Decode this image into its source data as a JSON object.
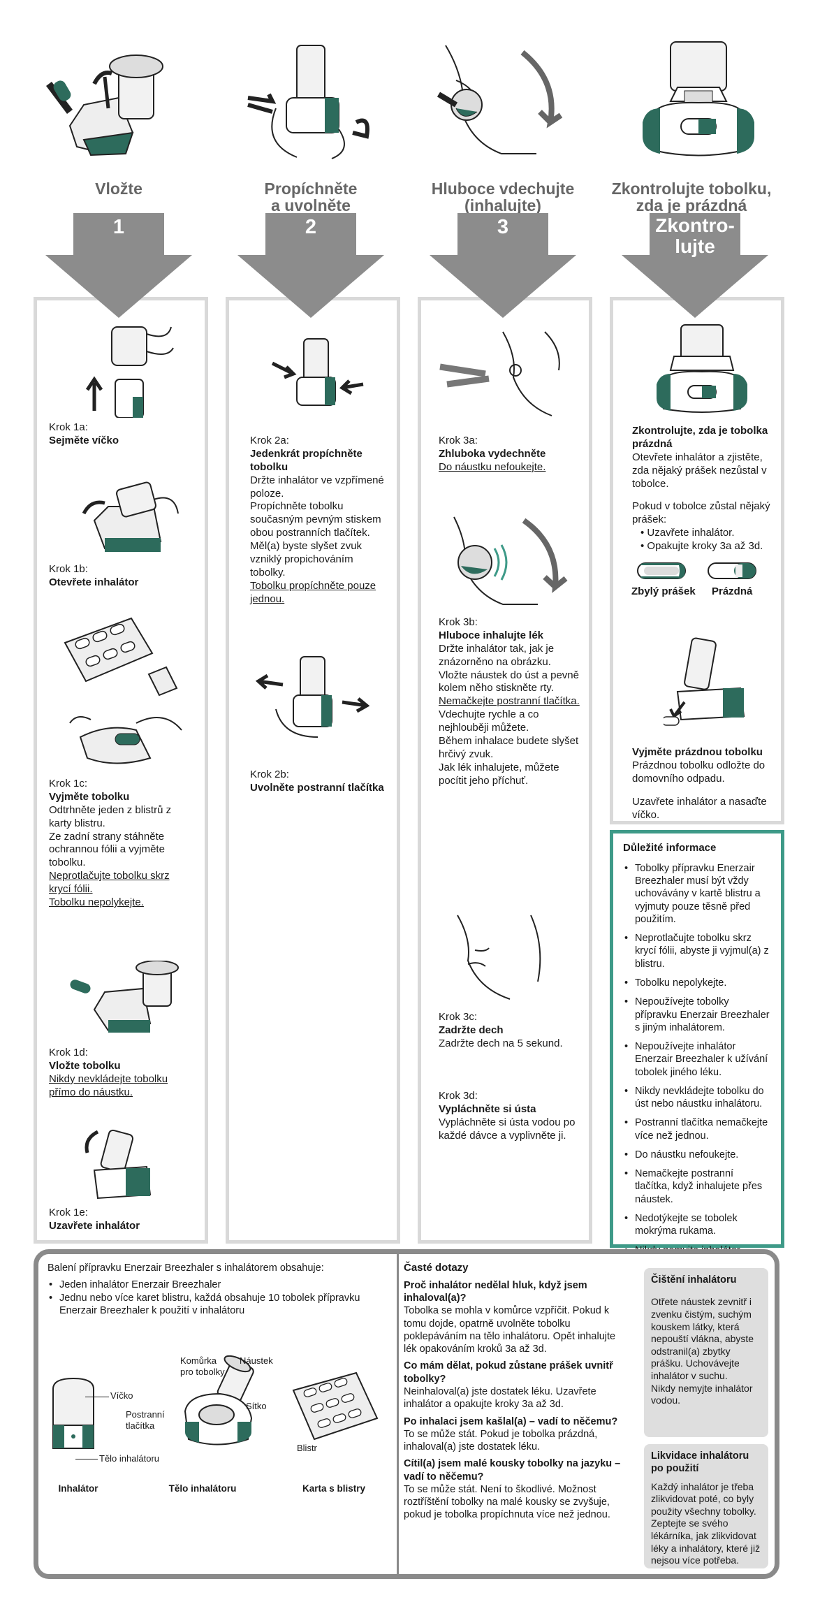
{
  "headings": [
    {
      "title": "Vložte",
      "arrow": "1"
    },
    {
      "title": "Propíchněte\na uvolněte",
      "arrow": "2"
    },
    {
      "title": "Hluboce vdechujte\n(inhalujte)",
      "arrow": "3"
    },
    {
      "title": "Zkontrolujte tobolku,\nzda je prázdná",
      "arrow": "Zkontro-\nlujte"
    }
  ],
  "col1": {
    "step1a": {
      "num": "Krok 1a:",
      "title": "Sejměte víčko"
    },
    "step1b": {
      "num": "Krok 1b:",
      "title": "Otevřete inhalátor"
    },
    "step1c": {
      "num": "Krok 1c:",
      "title": "Vyjměte tobolku",
      "text": "Odtrhněte jeden z blistrů z karty blistru.\nZe zadní strany stáhněte ochrannou fólii a vyjměte tobolku.",
      "u1": "Neprotlačujte tobolku skrz krycí fólii.",
      "u2": "Tobolku nepolykejte."
    },
    "step1d": {
      "num": "Krok 1d:",
      "title": "Vložte tobolku",
      "u1": "Nikdy nevkládejte tobolku přímo do náustku."
    },
    "step1e": {
      "num": "Krok 1e:",
      "title": "Uzavřete inhalátor"
    }
  },
  "col2": {
    "step2a": {
      "num": "Krok 2a:",
      "title": "Jedenkrát propíchněte tobolku",
      "text": "Držte inhalátor ve vzpřímené poloze.\nPropíchněte tobolku současným pevným stiskem obou postranních tlačítek.\nMěl(a) byste slyšet zvuk vzniklý propichováním tobolky.",
      "u1": "Tobolku propíchněte pouze jednou."
    },
    "step2b": {
      "num": "Krok 2b:",
      "title": "Uvolněte postranní tlačítka"
    }
  },
  "col3": {
    "step3a": {
      "num": "Krok 3a:",
      "title": "Zhluboka vydechněte",
      "u1": "Do náustku nefoukejte."
    },
    "step3b": {
      "num": "Krok 3b:",
      "title": "Hluboce inhalujte lék",
      "text1": "Držte inhalátor tak, jak je znázorněno na obrázku.\nVložte náustek do úst a pevně kolem něho stiskněte rty.",
      "u1": "Nemačkejte postranní tlačítka.",
      "text2": "Vdechujte rychle a co nejhlouběji můžete.\nBěhem inhalace budete slyšet hrčivý zvuk.\nJak lék inhalujete, můžete pocítit jeho příchuť."
    },
    "step3c": {
      "num": "Krok 3c:",
      "title": "Zadržte dech",
      "text": "Zadržte dech na 5 sekund."
    },
    "step3d": {
      "num": "Krok 3d:",
      "title": "Vypláchněte si ústa",
      "text": "Vypláchněte si ústa vodou po každé dávce a vyplivněte ji."
    }
  },
  "col4": {
    "check": {
      "title": "Zkontrolujte, zda je tobolka prázdná",
      "text": "Otevřete inhalátor a zjistěte, zda nějaký prášek nezůstal v tobolce.",
      "text2": "Pokud v tobolce zůstal nějaký prášek:",
      "b1": "Uzavřete inhalátor.",
      "b2": "Opakujte kroky 3a až 3d."
    },
    "capsule_left": "Zbylý prášek",
    "capsule_right": "Prázdná",
    "remove": {
      "title": "Vyjměte prázdnou tobolku",
      "text": "Prázdnou tobolku odložte do domovního odpadu.",
      "text2": "Uzavřete inhalátor a nasaďte víčko."
    }
  },
  "info": {
    "title": "Důležité informace",
    "items": [
      "Tobolky přípravku Enerzair Breezhaler musí být vždy uchovávány v kartě blistru a vyjmuty pouze těsně před použitím.",
      "Neprotlačujte tobolku skrz krycí fólii, abyste ji vyjmul(a) z blistru.",
      "Tobolku nepolykejte.",
      "Nepoužívejte tobolky přípravku Enerzair Breezhaler s jiným inhalátorem.",
      "Nepoužívejte inhalátor Enerzair Breezhaler k užívání tobolek jiného léku.",
      "Nikdy nevkládejte tobolku do úst nebo náustku inhalátoru.",
      "Postranní tlačítka nemačkejte více než jednou.",
      "Do náustku nefoukejte.",
      "Nemačkejte postranní tlačítka, když inhalujete přes náustek.",
      "Nedotýkejte se tobolek mokrýma rukama.",
      "Nikdy nemyjte inhalátor vodou."
    ]
  },
  "pack": {
    "intro": "Balení přípravku Enerzair Breezhaler s inhalátorem obsahuje:",
    "items": [
      "Jeden inhalátor Enerzair Breezhaler",
      "Jednu nebo více karet blistru, každá obsahuje 10 tobolek přípravku Enerzair Breezhaler k použití v inhalátoru"
    ],
    "labels": {
      "cap": "Víčko",
      "buttons": "Postranní\ntlačítka",
      "body": "Tělo inhalátoru",
      "chamber": "Komůrka\npro tobolky",
      "mouthpiece": "Náustek",
      "screen": "Sítko",
      "blister": "Blistr"
    },
    "captions": {
      "inhaler": "Inhalátor",
      "body": "Tělo inhalátoru",
      "card": "Karta s blistry"
    }
  },
  "faq": {
    "title": "Časté dotazy",
    "items": [
      {
        "q": "Proč inhalátor nedělal hluk, když jsem inhaloval(a)?",
        "a": "Tobolka se mohla v komůrce vzpříčit. Pokud k tomu dojde, opatrně uvolněte tobolku poklepáváním na tělo inhalátoru. Opět inhalujte lék opakováním kroků 3a až 3d."
      },
      {
        "q": "Co mám dělat, pokud zůstane prášek uvnitř tobolky?",
        "a": "Neinhaloval(a) jste dostatek léku. Uzavřete inhalátor a opakujte kroky 3a až 3d."
      },
      {
        "q": "Po inhalaci jsem kašlal(a) – vadí to něčemu?",
        "a": "To se může stát. Pokud je tobolka prázdná, inhaloval(a) jste dostatek léku."
      },
      {
        "q": "Cítil(a) jsem malé kousky tobolky na jazyku – vadí to něčemu?",
        "a": "To se může stát. Není to škodlivé. Možnost roztříštění tobolky na malé kousky se zvyšuje, pokud je tobolka propíchnuta více než jednou."
      }
    ]
  },
  "cleaning": {
    "title": "Čištění inhalátoru",
    "text": "Otřete náustek zevnitř i zvenku čistým, suchým kouskem látky, která nepouští vlákna, abyste odstranil(a) zbytky prášku. Uchovávejte inhalátor v suchu.\nNikdy nemyjte inhalátor vodou."
  },
  "disposal": {
    "title": "Likvidace inhalátoru po použití",
    "text": "Každý inhalátor je třeba zlikvidovat poté, co byly použity všechny tobolky. Zeptejte se svého lékárníka, jak zlikvidovat léky a inhalátory, které již nejsou více potřeba."
  },
  "colors": {
    "arrow": "#8c8c8c",
    "box_border": "#d9d9d9",
    "teal": "#3e9a88",
    "green": "#2d6b5c"
  }
}
